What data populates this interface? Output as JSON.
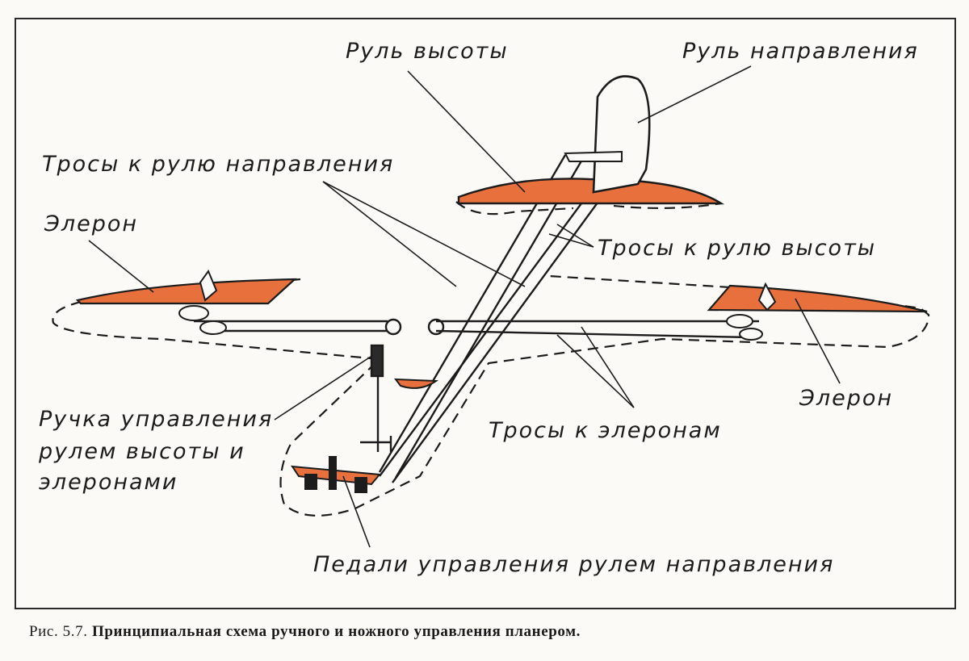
{
  "labels": {
    "elevator": "Руль высоты",
    "rudder": "Руль направления",
    "rudder_cables": "Тросы к рулю направления",
    "aileron_left": "Элерон",
    "aileron_right": "Элерон",
    "elevator_cables": "Тросы к рулю высоты",
    "stick_line1": "Ручка управления",
    "stick_line2": "рулем высоты и",
    "stick_line3": "элеронами",
    "aileron_cables": "Тросы к элеронам",
    "pedals": "Педали управления рулем направления"
  },
  "caption": {
    "number": "Рис. 5.7.",
    "text": "Принципиальная схема ручного и ножного управления планером."
  },
  "colors": {
    "control_surface": "#e8703c",
    "ink": "#1c1c1c",
    "paper": "#fbfaf6"
  }
}
